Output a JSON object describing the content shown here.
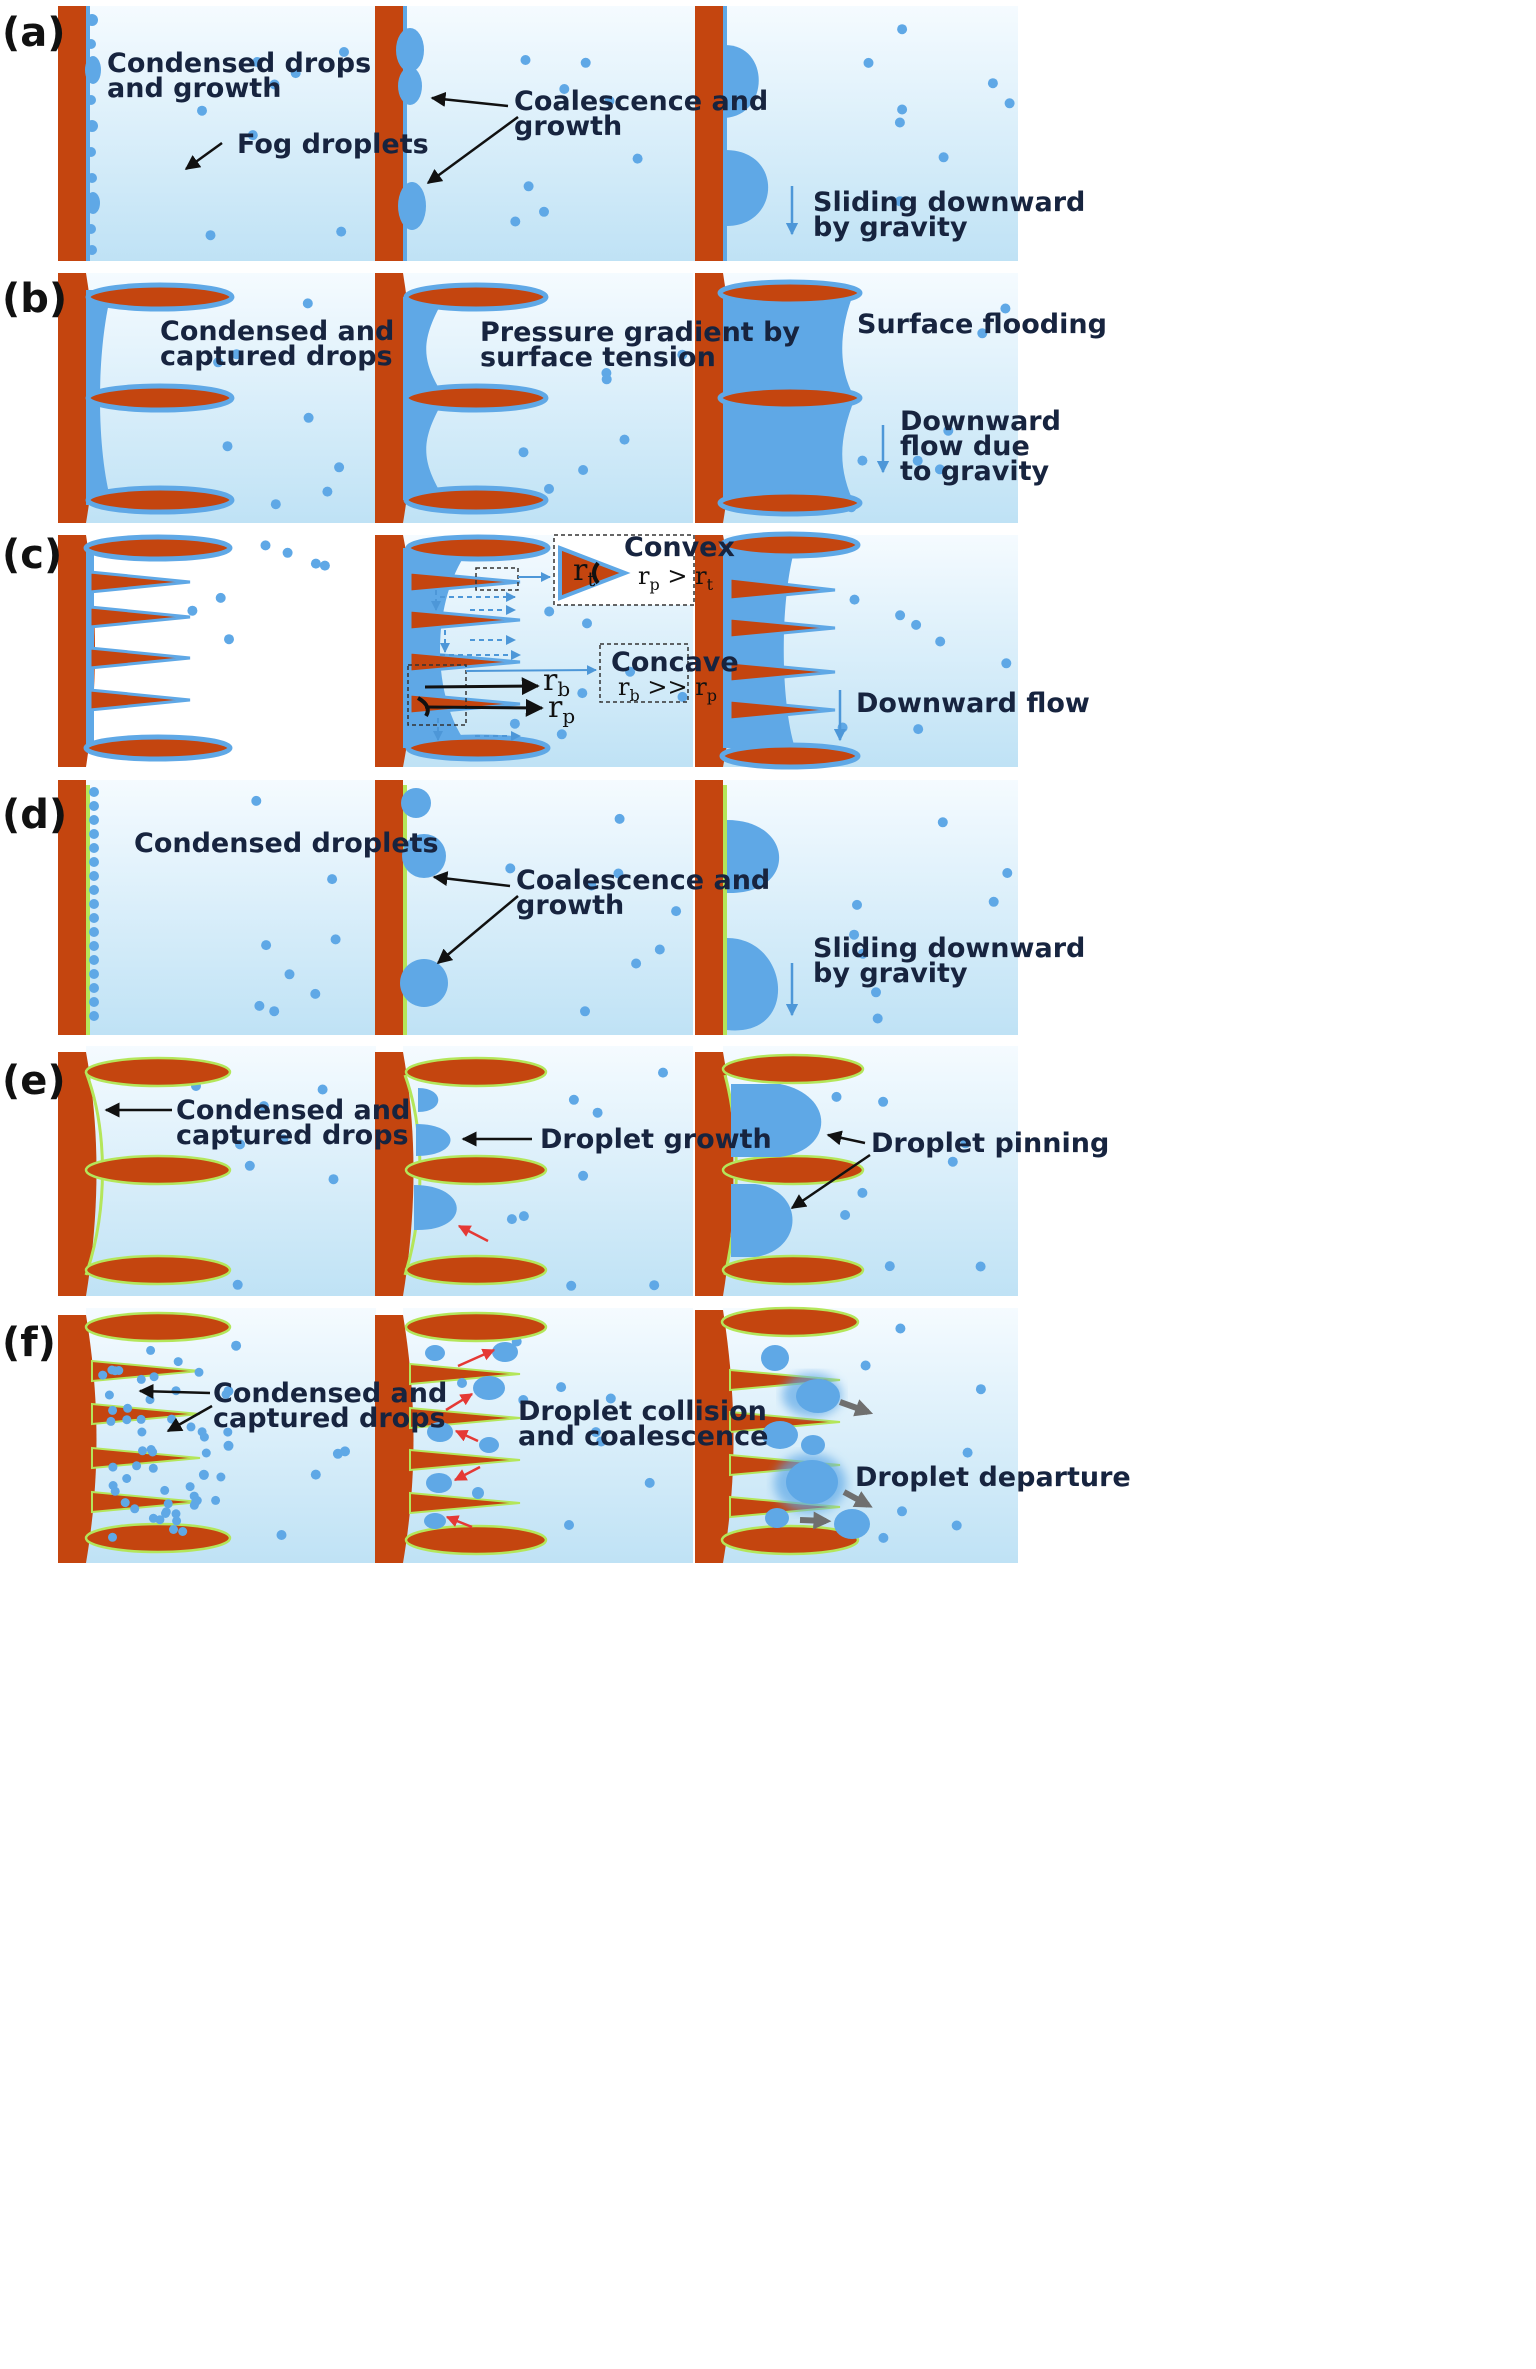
{
  "colors": {
    "wall": "#c4450f",
    "water": "#5fa8e6",
    "water_edge": "#4d97d8",
    "bg_top": "#f5fbff",
    "bg_bottom": "#bfe2f5",
    "hydrophobic_edge": "#b4e65a",
    "arrow_black": "#111111",
    "arrow_red": "#e53935",
    "arrow_gray": "#6f6f6f",
    "arrow_blue": "#4d97d8"
  },
  "rows": [
    {
      "label": "(a)",
      "panels": [
        {
          "texts": [
            "Condensed drops",
            "and growth",
            "Fog droplets"
          ]
        },
        {
          "texts": [
            "Coalescence and",
            "growth"
          ]
        },
        {
          "texts": [
            "Sliding downward",
            "by gravity"
          ]
        }
      ]
    },
    {
      "label": "(b)",
      "panels": [
        {
          "texts": [
            "Condensed and",
            "captured drops"
          ]
        },
        {
          "texts": [
            "Pressure gradient by",
            "surface tension"
          ]
        },
        {
          "texts": [
            "Surface flooding",
            "Downward",
            "flow due",
            "to gravity"
          ]
        }
      ]
    },
    {
      "label": "(c)",
      "panels": [
        {
          "texts": []
        },
        {
          "texts": [
            "Convex",
            "Concave"
          ],
          "symbols": {
            "convex_inner": [
              "r",
              "t"
            ],
            "convex_relation": [
              "r",
              "p",
              " > r",
              "t"
            ],
            "concave_relation": [
              "r",
              "b",
              " >> r",
              "p"
            ],
            "rb": [
              "r",
              "b"
            ],
            "rp": [
              "r",
              "p"
            ]
          }
        },
        {
          "texts": [
            "Downward flow"
          ]
        }
      ]
    },
    {
      "label": "(d)",
      "panels": [
        {
          "texts": [
            "Condensed droplets"
          ]
        },
        {
          "texts": [
            "Coalescence and",
            "growth"
          ]
        },
        {
          "texts": [
            "Sliding downward",
            "by gravity"
          ]
        }
      ]
    },
    {
      "label": "(e)",
      "panels": [
        {
          "texts": [
            "Condensed and",
            "captured drops"
          ]
        },
        {
          "texts": [
            "Droplet growth"
          ]
        },
        {
          "texts": [
            "Droplet pinning"
          ]
        }
      ]
    },
    {
      "label": "(f)",
      "panels": [
        {
          "texts": [
            "Condensed and",
            "captured drops"
          ]
        },
        {
          "texts": [
            "Droplet collision",
            "and coalescence"
          ]
        },
        {
          "texts": [
            "Droplet departure"
          ]
        }
      ]
    }
  ]
}
